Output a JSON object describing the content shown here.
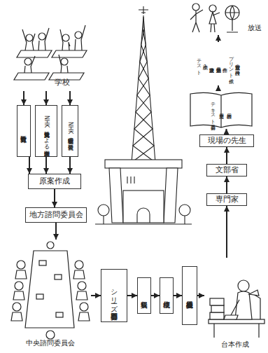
{
  "diagram": {
    "nodes": [
      {
        "text": [
          "学校"
        ]
      },
      {
        "text": [
          "放送教育研究会"
        ]
      },
      {
        "text": [
          "NHK放送文化研究所による全国意向調査"
        ]
      },
      {
        "text": [
          "NHK研究委嘱校の研究発表"
        ]
      },
      {
        "text": [
          "原案作成"
        ]
      },
      {
        "text": [
          "地方諮問委員会"
        ]
      },
      {
        "text": [
          "中央諮問委員会"
        ]
      },
      {
        "text": [
          "シリーズ別専門委員会"
        ]
      },
      {
        "text": [
          "資料収集"
        ]
      },
      {
        "text": [
          "梗概作成"
        ]
      },
      {
        "text": [
          "梗概検討委員会"
        ]
      },
      {
        "text": [
          "台本作成"
        ]
      },
      {
        "text": [
          "専門家"
        ]
      },
      {
        "text": [
          "文部省"
        ]
      },
      {
        "text": [
          "現場の先生"
        ]
      },
      {
        "text": [
          "教師用",
          "児童用",
          "テキスト委員会"
        ]
      },
      {
        "text": [
          "放送直前の再検討",
          "プリント作成",
          "作曲",
          "効果係決定",
          "演技者決定",
          "本読み",
          "テスト"
        ]
      },
      {
        "text": [
          "放送"
        ]
      }
    ],
    "edges": [
      {
        "from": 0,
        "to": 1,
        "arrow": "to"
      },
      {
        "from": 0,
        "to": 2,
        "arrow": "to"
      },
      {
        "from": 0,
        "to": 3,
        "arrow": "to"
      },
      {
        "from": 1,
        "to": 4,
        "arrow": "to"
      },
      {
        "from": 2,
        "to": 4,
        "arrow": "to"
      },
      {
        "from": 3,
        "to": 4,
        "arrow": "to"
      },
      {
        "from": 4,
        "to": 5,
        "arrow": "to"
      },
      {
        "from": 5,
        "to": 6,
        "arrow": "to"
      },
      {
        "from": 6,
        "to": 7,
        "arrow": "to"
      },
      {
        "from": 7,
        "to": 8,
        "arrow": "to"
      },
      {
        "from": 8,
        "to": 9,
        "arrow": "to"
      },
      {
        "from": 9,
        "to": 10,
        "arrow": "to"
      },
      {
        "from": 10,
        "to": 11,
        "arrow": "to"
      },
      {
        "from": 11,
        "to": 12,
        "arrow": "to"
      },
      {
        "from": 12,
        "to": 13,
        "arrow": "to"
      },
      {
        "from": 13,
        "to": 14,
        "arrow": "to"
      },
      {
        "from": 14,
        "to": 15,
        "arrow": "to"
      },
      {
        "from": 15,
        "to": 16,
        "arrow": "to"
      },
      {
        "from": 16,
        "to": 17,
        "arrow": "to"
      }
    ]
  }
}
